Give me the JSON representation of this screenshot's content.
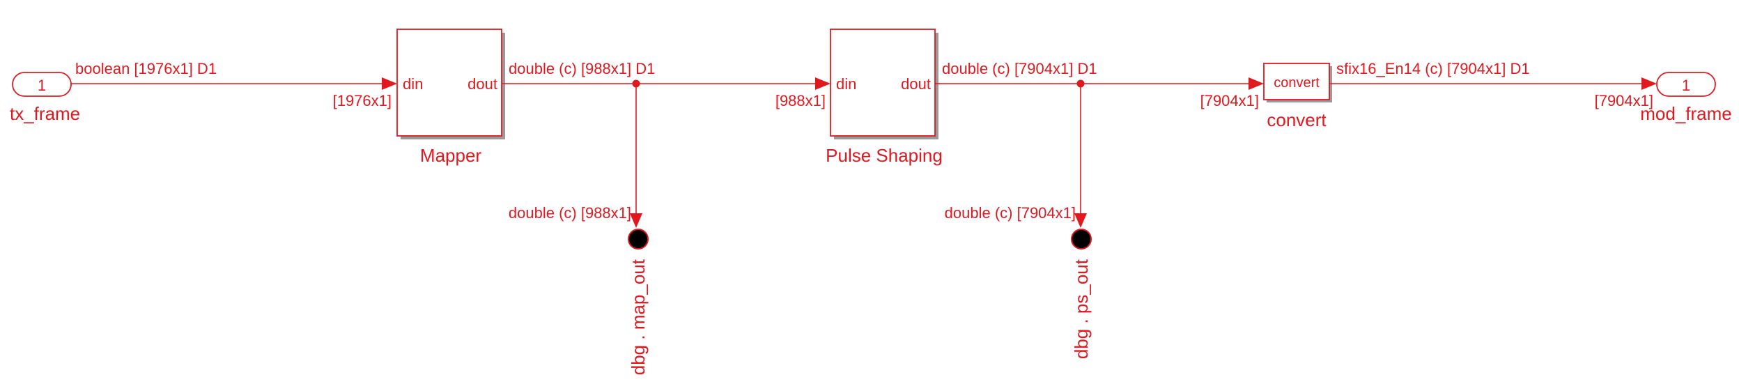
{
  "colors": {
    "signal": "#e0191f",
    "shadow": "#9a9a9a",
    "terminator": "#000000",
    "background": "#ffffff"
  },
  "inport": {
    "number": "1",
    "name": "tx_frame"
  },
  "outport": {
    "number": "1",
    "name": "mod_frame"
  },
  "blocks": {
    "mapper": {
      "name": "Mapper",
      "in_port": "din",
      "out_port": "dout"
    },
    "pulse_shaping": {
      "name": "Pulse Shaping",
      "in_port": "din",
      "out_port": "dout"
    },
    "convert": {
      "name": "convert",
      "inner_label": "convert"
    }
  },
  "signals": {
    "s1": {
      "type_label": "boolean [1976x1] D1",
      "dim_label": "[1976x1]"
    },
    "s2": {
      "type_label": "double (c) [988x1] D1",
      "dim_label": "[988x1]"
    },
    "s3": {
      "type_label": "double (c) [7904x1] D1",
      "dim_label": "[7904x1]"
    },
    "s4": {
      "type_label": "sfix16_En14 (c) [7904x1] D1",
      "dim_label": "[7904x1]"
    }
  },
  "debug_taps": [
    {
      "type_label": "double (c) [988x1]",
      "name": "dbg . map_out"
    },
    {
      "type_label": "double (c) [7904x1]",
      "name": "dbg . ps_out"
    }
  ]
}
